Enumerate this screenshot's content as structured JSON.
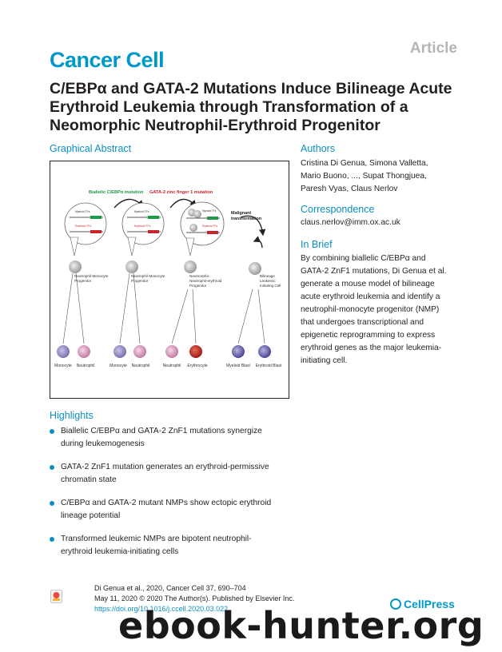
{
  "header": {
    "article_tag": "Article",
    "journal": "Cancer Cell",
    "title": "C/EBPα and GATA-2 Mutations Induce Bilineage Acute Erythroid Leukemia through Transformation of a Neomorphic Neutrophil-Erythroid Progenitor"
  },
  "graphical_abstract": {
    "heading": "Graphical Abstract",
    "label_biallelic": "Biallelic C/EBPα mutation",
    "label_gata2": "GATA-2 zinc finger 1 mutation",
    "label_malignant_1": "Malignant",
    "label_malignant_2": "transformation",
    "myeloid_tfs": "Myeloid TFs",
    "erythroid_tfs": "Erythroid TFs",
    "progenitor_1_line1": "Neutrophil-Monocyte",
    "progenitor_1_line2": "Progenitor",
    "progenitor_2_line1": "Neutrophil-Monocyte",
    "progenitor_2_line2": "Progenitor",
    "progenitor_3_line1": "Neomorphic",
    "progenitor_3_line2": "Neutrophil-erythroid",
    "progenitor_3_line3": "Progenitor",
    "progenitor_4_line1": "Bilineage",
    "progenitor_4_line2": "Leukemic",
    "progenitor_4_line3": "Initiating Cell",
    "cell_monocyte_1": "Monocyte",
    "cell_neutrophil_1": "Neutrophil",
    "cell_monocyte_2": "Monocyte",
    "cell_neutrophil_2": "Neutrophil",
    "cell_neutrophil_3": "Neutrophil",
    "cell_erythrocyte": "Erythrocyte",
    "cell_myeloid_blast": "Myeloid Blast",
    "cell_erythroid_blast": "Erythroid Blast"
  },
  "authors": {
    "heading": "Authors",
    "line1": "Cristina Di Genua, Simona Valletta,",
    "line2": "Mario Buono, ..., Supat Thongjuea,",
    "line3": "Paresh Vyas, Claus Nerlov"
  },
  "correspondence": {
    "heading": "Correspondence",
    "email": "claus.nerlov@imm.ox.ac.uk"
  },
  "in_brief": {
    "heading": "In Brief",
    "lines": [
      "By combining biallelic C/EBPα and",
      "GATA-2 ZnF1 mutations, Di Genua et al.",
      "generate a mouse model of bilineage",
      "acute erythroid leukemia and identify a",
      "neutrophil-monocyte progenitor (NMP)",
      "that undergoes transcriptional and",
      "epigenetic reprogramming to express",
      "erythroid genes as the major leukemia-",
      "initiating cell."
    ]
  },
  "highlights": {
    "heading": "Highlights",
    "items": [
      {
        "line1": "Biallelic C/EBPα and GATA-2 ZnF1 mutations synergize",
        "line2": "during leukemogenesis"
      },
      {
        "line1": "GATA-2 ZnF1 mutation generates an erythroid-permissive",
        "line2": "chromatin state"
      },
      {
        "line1": "C/EBPα and GATA-2 mutant NMPs show ectopic erythroid",
        "line2": "lineage potential"
      },
      {
        "line1": "Transformed leukemic NMPs are bipotent neutrophil-",
        "line2": "erythroid leukemia-initiating cells"
      }
    ]
  },
  "footer": {
    "citation_line1": "Di Genua et al., 2020, Cancer Cell 37, 690–704",
    "citation_line2": "May 11, 2020 © 2020 The Author(s). Published by Elsevier Inc.",
    "doi": "https://doi.org/10.1016/j.ccell.2020.03.022",
    "publisher": "CellPress",
    "watermark": "ebook-hunter.org"
  },
  "colors": {
    "accent": "#0098c9",
    "myeloid_green": "#1e9a48",
    "erythroid_red": "#c8242b"
  }
}
